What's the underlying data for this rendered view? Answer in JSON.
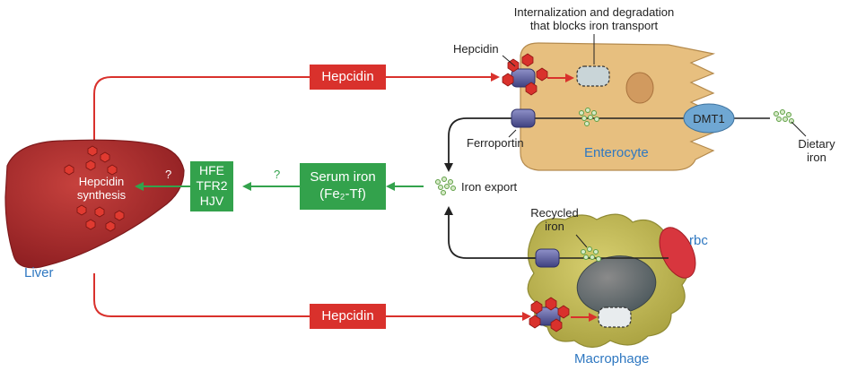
{
  "labels": {
    "internalization_line1": "Internalization and degradation",
    "internalization_line2": "that blocks iron transport",
    "hepcidin_top": "Hepcidin",
    "ferroportin": "Ferroportin",
    "enterocyte": "Enterocyte",
    "dmt1": "DMT1",
    "dietary_iron_line1": "Dietary",
    "dietary_iron_line2": "iron",
    "iron_export": "Iron export",
    "recycled_iron_line1": "Recycled",
    "recycled_iron_line2": "iron",
    "rbc": "rbc",
    "macrophage": "Macrophage",
    "liver": "Liver",
    "hepcidin_synthesis_line1": "Hepcidin",
    "hepcidin_synthesis_line2": "synthesis",
    "question_liver": "?",
    "question_serum": "?"
  },
  "boxes": {
    "hepcidin_upper": "Hepcidin",
    "hepcidin_lower": "Hepcidin",
    "sensors": [
      "HFE",
      "TFR2",
      "HJV"
    ],
    "serum_iron_line1": "Serum iron",
    "serum_iron_line2": "(Fe₂-Tf)"
  },
  "colors": {
    "hepcidin_red": "#d9312c",
    "signal_green": "#33a24c",
    "liver": "#a8282b",
    "enterocyte": "#e7bf7f",
    "macrophage": "#c3bb5a",
    "ferroportin": "#5b5d9e",
    "dmt1": "#6fa7d3",
    "rbc": "#d8363e",
    "label_blue": "#2f78c1"
  }
}
